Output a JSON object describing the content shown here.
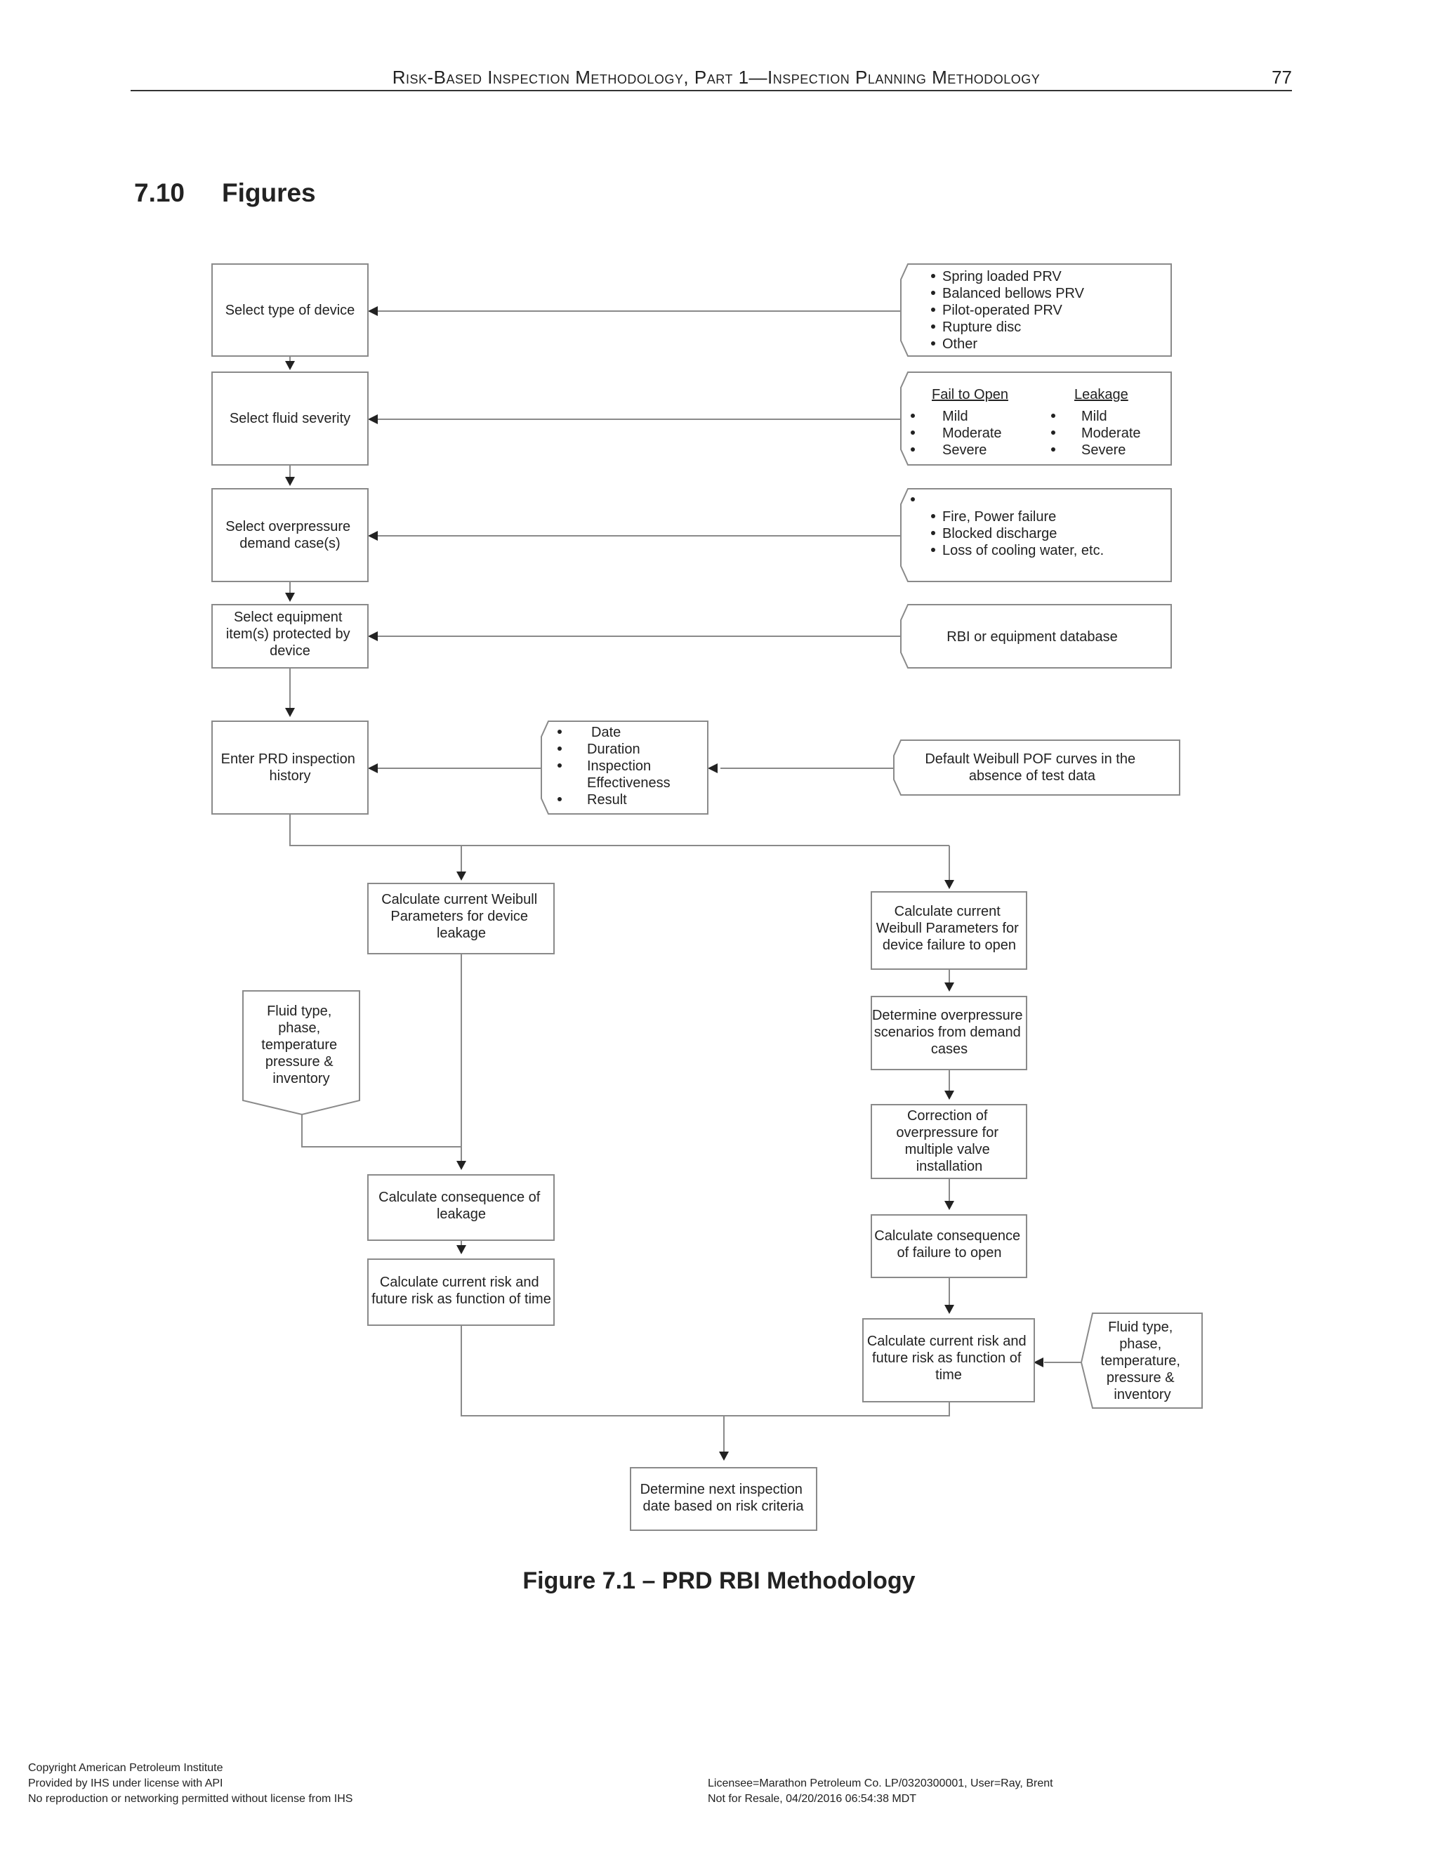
{
  "header": {
    "title": "Risk-Based Inspection Methodology, Part 1—Inspection Planning Methodology",
    "page_number": "77"
  },
  "section": {
    "number": "7.10",
    "title": "Figures"
  },
  "flowchart": {
    "select_type_device": [
      "Select type of device"
    ],
    "device_types": [
      "Spring loaded PRV",
      "Balanced bellows PRV",
      "Pilot-operated PRV",
      "Rupture disc",
      "Other"
    ],
    "select_fluid_severity": [
      "Select fluid severity"
    ],
    "fail_to_open": {
      "heading": "Fail to Open",
      "items": [
        "Mild",
        "Moderate",
        "Severe"
      ]
    },
    "leakage": {
      "heading": "Leakage",
      "items": [
        "Mild",
        "Moderate",
        "Severe"
      ]
    },
    "select_overpressure": [
      "Select overpressure",
      "demand case(s)"
    ],
    "demand_cases": [
      "Fire, Power failure",
      "Blocked discharge",
      "Loss of cooling water, etc."
    ],
    "select_equipment": [
      "Select equipment",
      "item(s) protected by",
      "device"
    ],
    "rbi_database": [
      "RBI or equipment database"
    ],
    "enter_history": [
      "Enter PRD inspection",
      "history"
    ],
    "history_items": {
      "date": "Date",
      "duration": "Duration",
      "inspection_effectiveness": [
        "Inspection",
        "Effectiveness"
      ],
      "result": "Result"
    },
    "default_weibull": [
      "Default Weibull POF curves in the",
      "absence of test data"
    ],
    "calc_weibull_leakage": [
      "Calculate current Weibull",
      "Parameters for device",
      "leakage"
    ],
    "calc_weibull_fto": [
      "Calculate current",
      "Weibull Parameters for",
      "device failure to open"
    ],
    "fluid_type_left": [
      "Fluid type,",
      "phase,",
      "temperature",
      "pressure &",
      "inventory"
    ],
    "determine_overpressure": [
      "Determine overpressure",
      "scenarios from demand",
      "cases"
    ],
    "correction_overpressure": [
      "Correction of",
      "overpressure for",
      "multiple valve",
      "installation"
    ],
    "calc_consequence_leakage": [
      "Calculate consequence of",
      "leakage"
    ],
    "calc_consequence_fto": [
      "Calculate consequence",
      "of failure to open"
    ],
    "calc_risk_left": [
      "Calculate current risk and",
      "future risk as function of time"
    ],
    "calc_risk_right": [
      "Calculate current risk and",
      "future risk as function of",
      "time"
    ],
    "fluid_type_right": [
      "Fluid type,",
      "phase,",
      "temperature,",
      "pressure &",
      "inventory"
    ],
    "determine_next": [
      "Determine next inspection",
      "date based on risk criteria"
    ]
  },
  "figure_caption": "Figure 7.1 – PRD RBI Methodology",
  "footer": {
    "left": [
      "Copyright American Petroleum Institute",
      "Provided by IHS under license with API",
      "No reproduction or networking permitted without license from IHS"
    ],
    "right": [
      "Licensee=Marathon Petroleum Co. LP/0320300001, User=Ray, Brent",
      "Not for Resale, 04/20/2016 06:54:38 MDT"
    ]
  }
}
